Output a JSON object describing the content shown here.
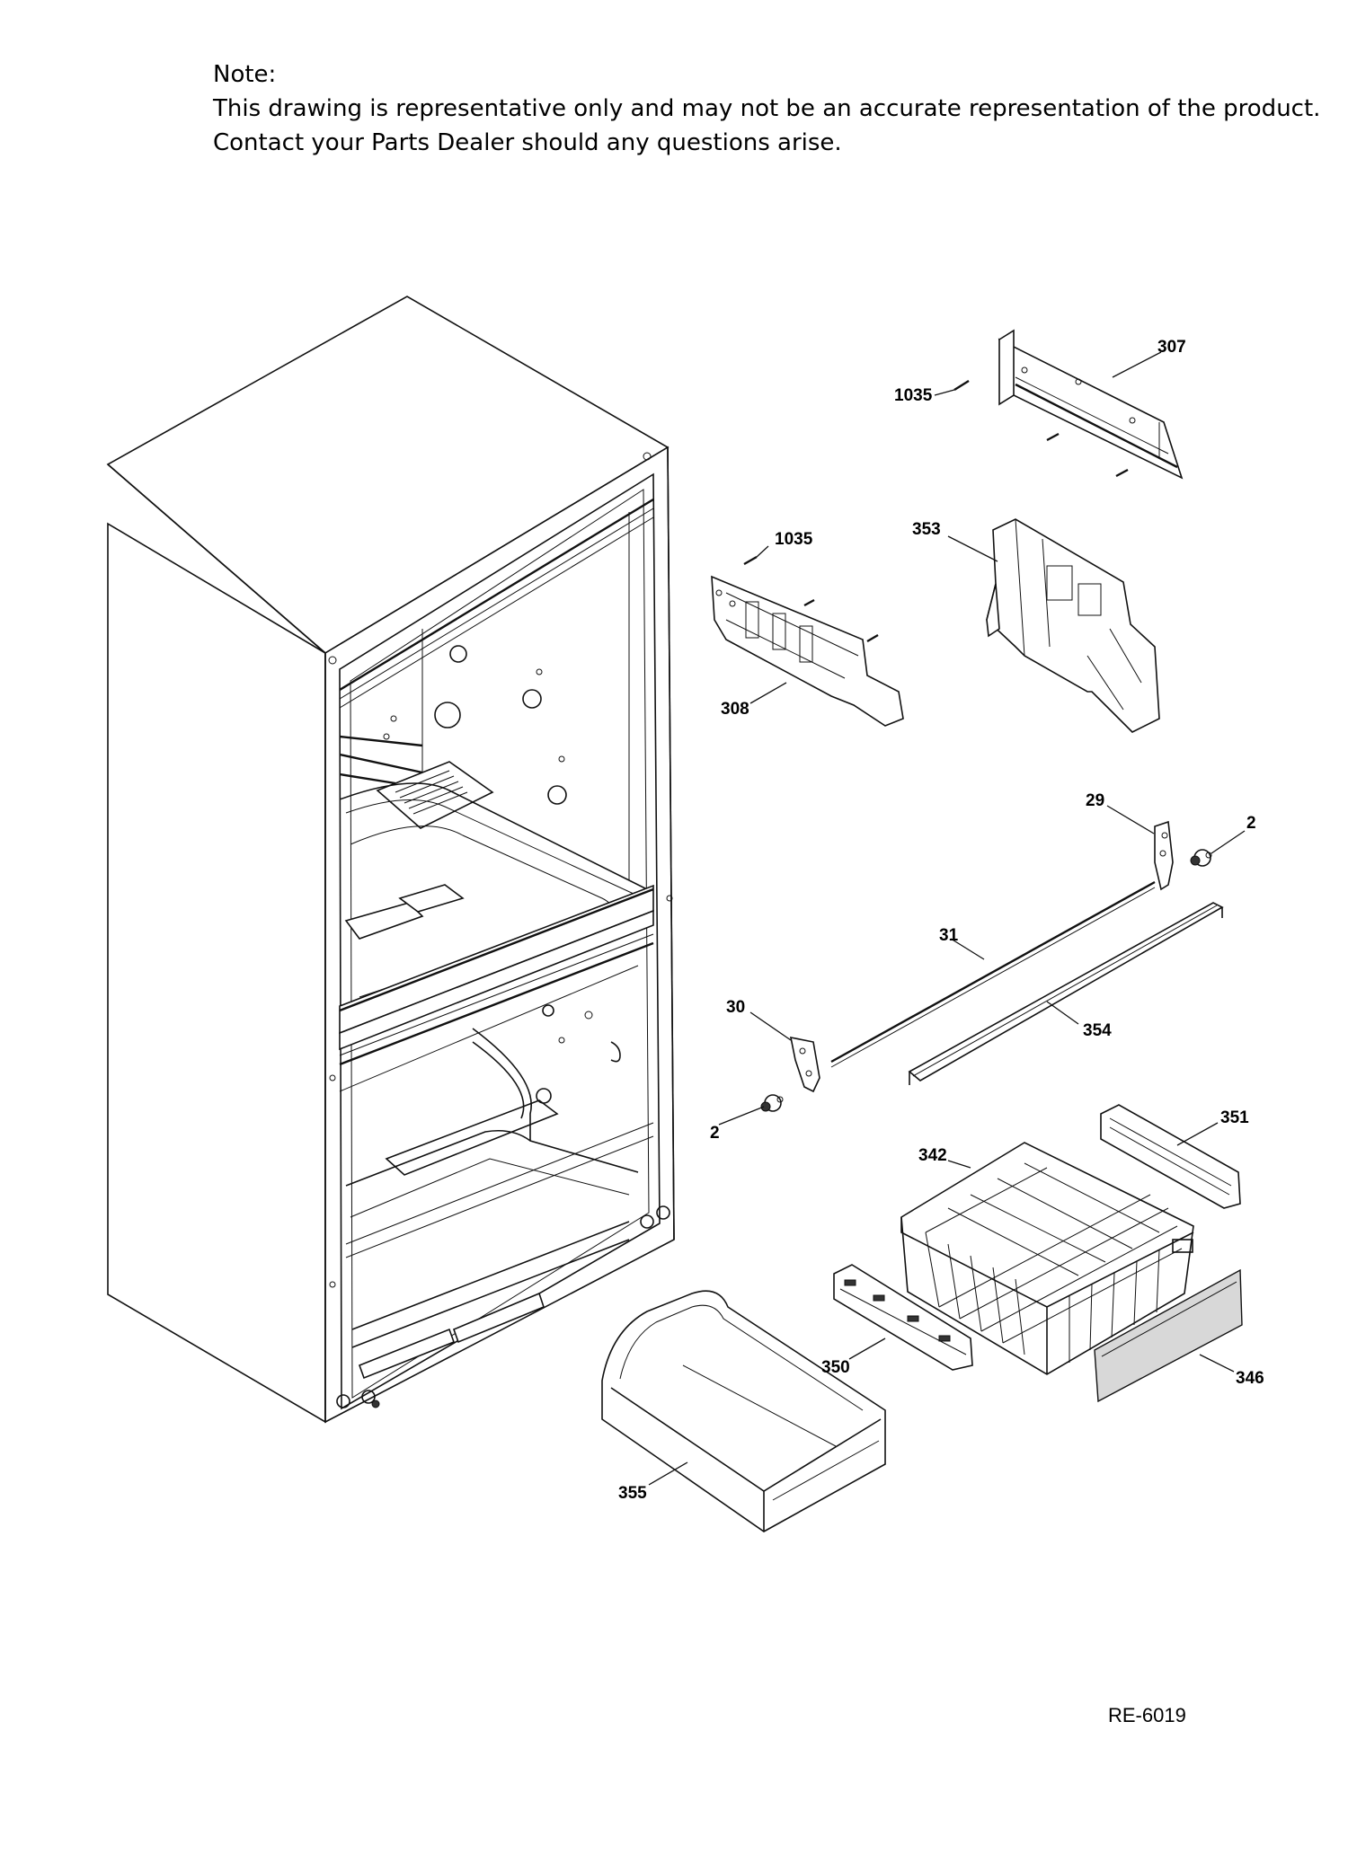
{
  "note": {
    "heading": "Note:",
    "line1": "This drawing is representative only and may not be an accurate representation of the product.",
    "line2": "Contact your Parts Dealer should any questions arise."
  },
  "callouts": {
    "c307": "307",
    "c1035_top": "1035",
    "c1035_mid": "1035",
    "c353": "353",
    "c308": "308",
    "c29": "29",
    "c2_right": "2",
    "c31": "31",
    "c30": "30",
    "c354": "354",
    "c2_left": "2",
    "c351": "351",
    "c342": "342",
    "c350": "350",
    "c346": "346",
    "c355": "355"
  },
  "document_id": "RE-6019",
  "colors": {
    "line": "#111111",
    "background": "#ffffff"
  }
}
